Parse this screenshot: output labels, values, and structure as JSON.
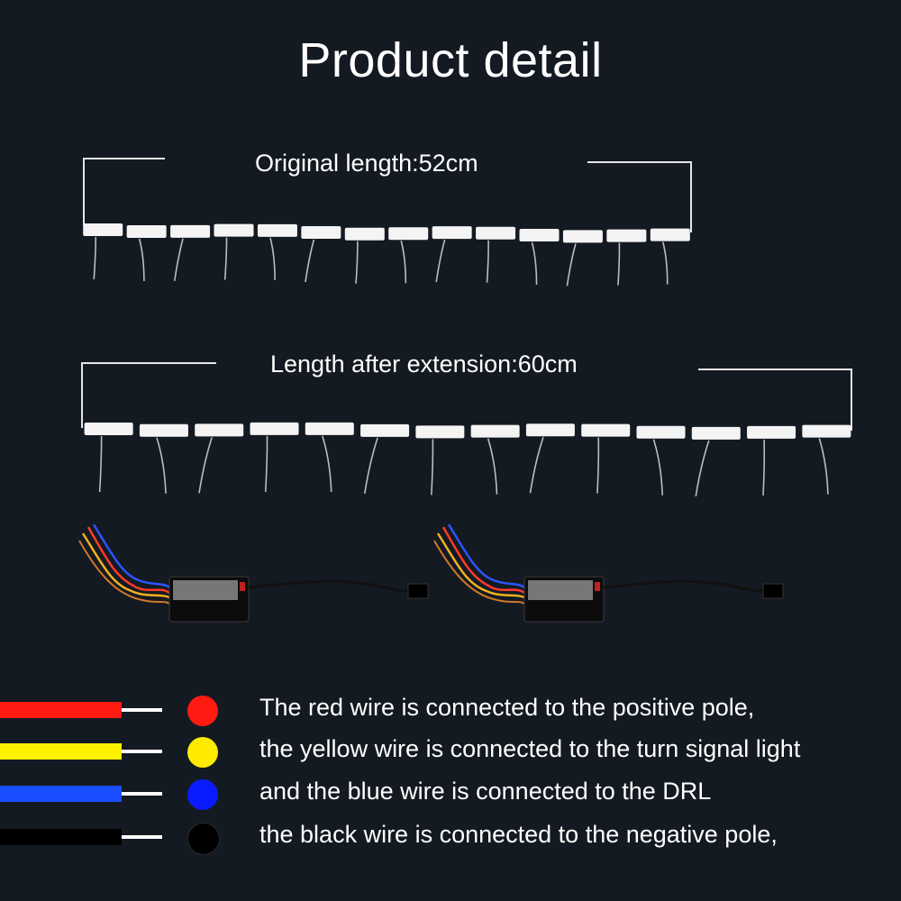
{
  "title": "Product detail",
  "original_length_label": "Original length:52cm",
  "extended_length_label": "Length after extension:60cm",
  "legend": [
    {
      "color": "#ff1a12",
      "dot": "#ff1a12",
      "text": "The red wire is connected to the positive pole,"
    },
    {
      "color": "#fff200",
      "dot": "#ffeb00",
      "text": "the yellow wire is connected to the turn signal light"
    },
    {
      "color": "#1a4fff",
      "dot": "#0a1cff",
      "text": "and the blue wire is connected to the DRL"
    },
    {
      "color": "#000000",
      "dot": "#000000",
      "text": "the black wire is connected to the negative pole,"
    }
  ]
}
